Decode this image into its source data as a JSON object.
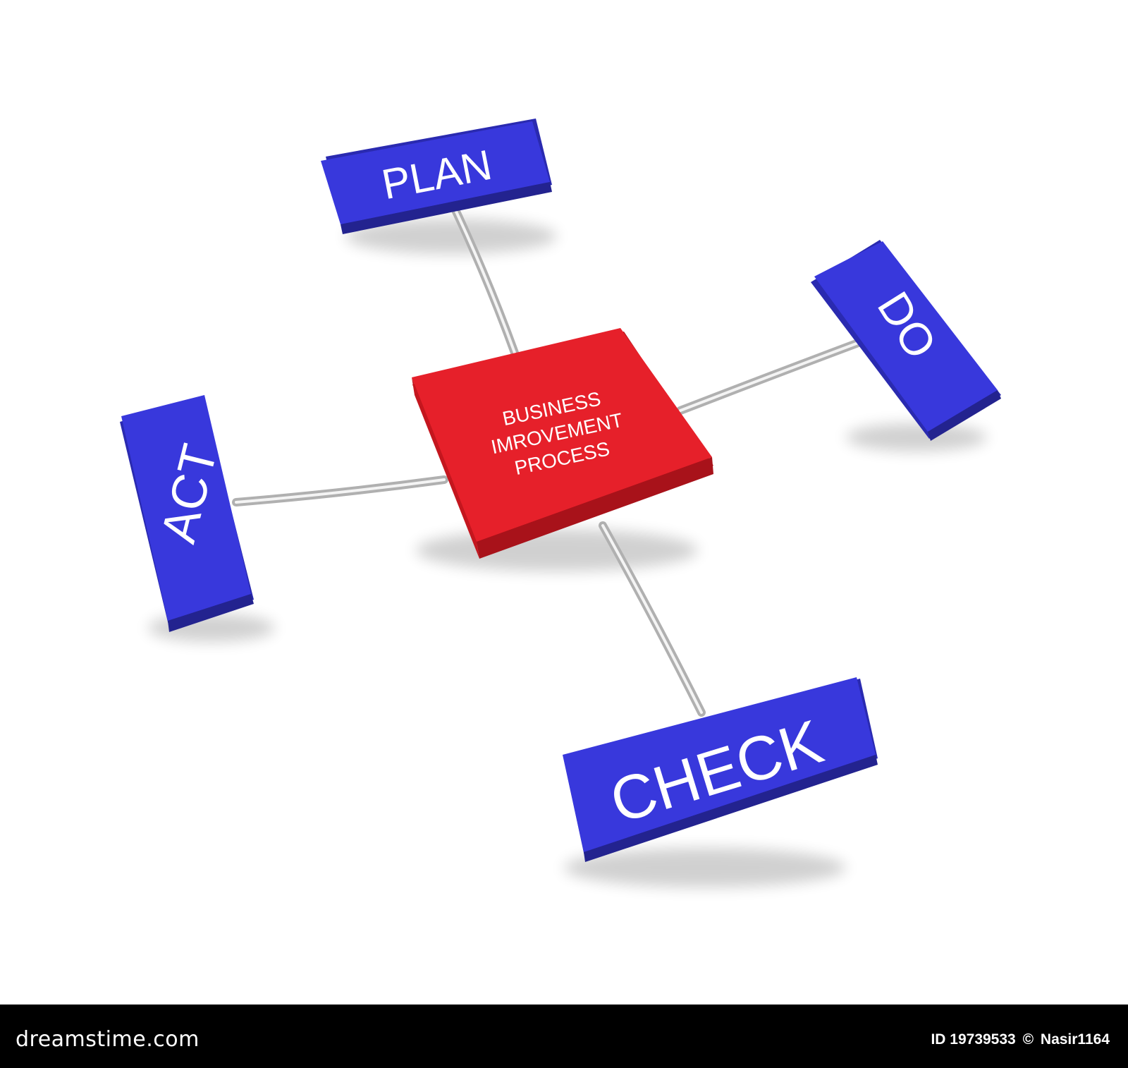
{
  "diagram": {
    "center": {
      "lines": [
        "BUSINESS",
        "IMROVEMENT",
        "PROCESS"
      ]
    },
    "nodes": {
      "plan": "PLAN",
      "do": "DO",
      "check": "CHECK",
      "act": "ACT"
    },
    "colors": {
      "center_top": "#e6202a",
      "center_side": "#b5141b",
      "node_top": "#3b3ce0",
      "node_side": "#2626a8",
      "connector": "#c8c8c8",
      "background": "#ffffff"
    }
  },
  "footer": {
    "brand": "dreamstime.com",
    "id_label": "ID 19739533",
    "copyright_symbol": "©",
    "author": "Nasir1164"
  }
}
